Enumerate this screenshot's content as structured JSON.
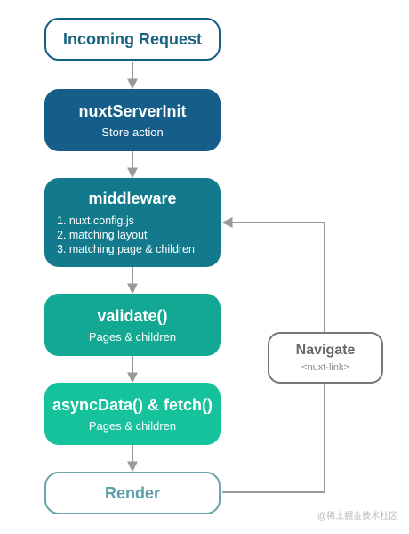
{
  "nodes": {
    "incoming": {
      "title": "Incoming Request"
    },
    "server_init": {
      "title": "nuxtServerInit",
      "sub": "Store action"
    },
    "middleware": {
      "title": "middleware",
      "items": [
        "1. nuxt.config.js",
        "2. matching layout",
        "3. matching page & children"
      ]
    },
    "validate": {
      "title": "validate()",
      "sub": "Pages & children"
    },
    "async_data": {
      "title": "asyncData() & fetch()",
      "sub": "Pages & children"
    },
    "render": {
      "title": "Render"
    },
    "navigate": {
      "title": "Navigate",
      "sub": "<nuxt-link>"
    }
  },
  "watermark": "@稀土掘金技术社区",
  "colors": {
    "server_init": "#145e89",
    "middleware": "#127a8c",
    "validate": "#12a894",
    "async_data": "#15c29c",
    "connector": "#999999"
  }
}
